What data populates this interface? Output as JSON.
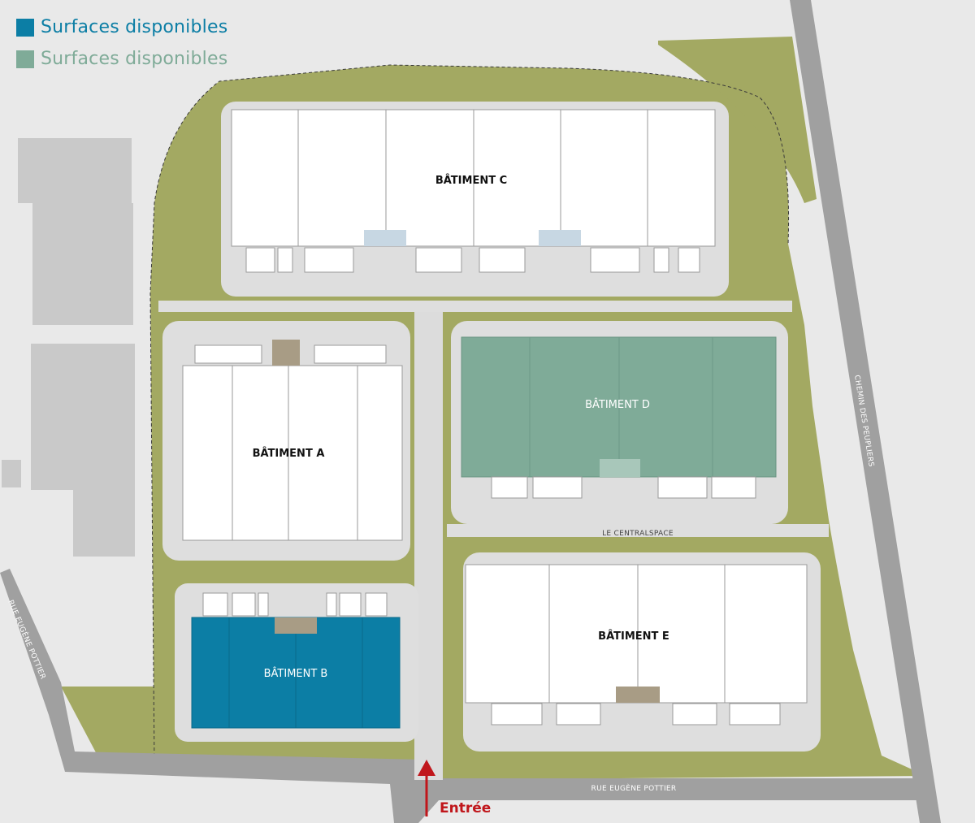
{
  "legend": [
    {
      "label": "Surfaces disponibles",
      "color": "#0c7ea5"
    },
    {
      "label": "Surfaces disponibles",
      "color": "#7fab98"
    }
  ],
  "buildings": {
    "a": {
      "label": "BÂTIMENT A"
    },
    "b": {
      "label": "BÂTIMENT B"
    },
    "c": {
      "label": "BÂTIMENT C"
    },
    "d": {
      "label": "BÂTIMENT D"
    },
    "e": {
      "label": "BÂTIMENT E"
    }
  },
  "roads": {
    "rue_eugene_pottier_west": "RUE EUGÈNE POTTIER",
    "rue_eugene_pottier_south": "RUE EUGÈNE POTTIER",
    "chemin_des_peupliers": "CHEMIN DES PEUPLIERS",
    "centralspace": "LE CENTRALSPACE"
  },
  "entrance": {
    "label": "Entrée"
  },
  "colors": {
    "background": "#e9e9e9",
    "green": "#a3a962",
    "road": "#a0a0a0",
    "building": "#ffffff",
    "pavement": "#dedede",
    "neighbour": "#c9c9c9",
    "available_blue": "#0c7ea5",
    "available_green": "#7fab98",
    "arrow": "#c0161b"
  }
}
